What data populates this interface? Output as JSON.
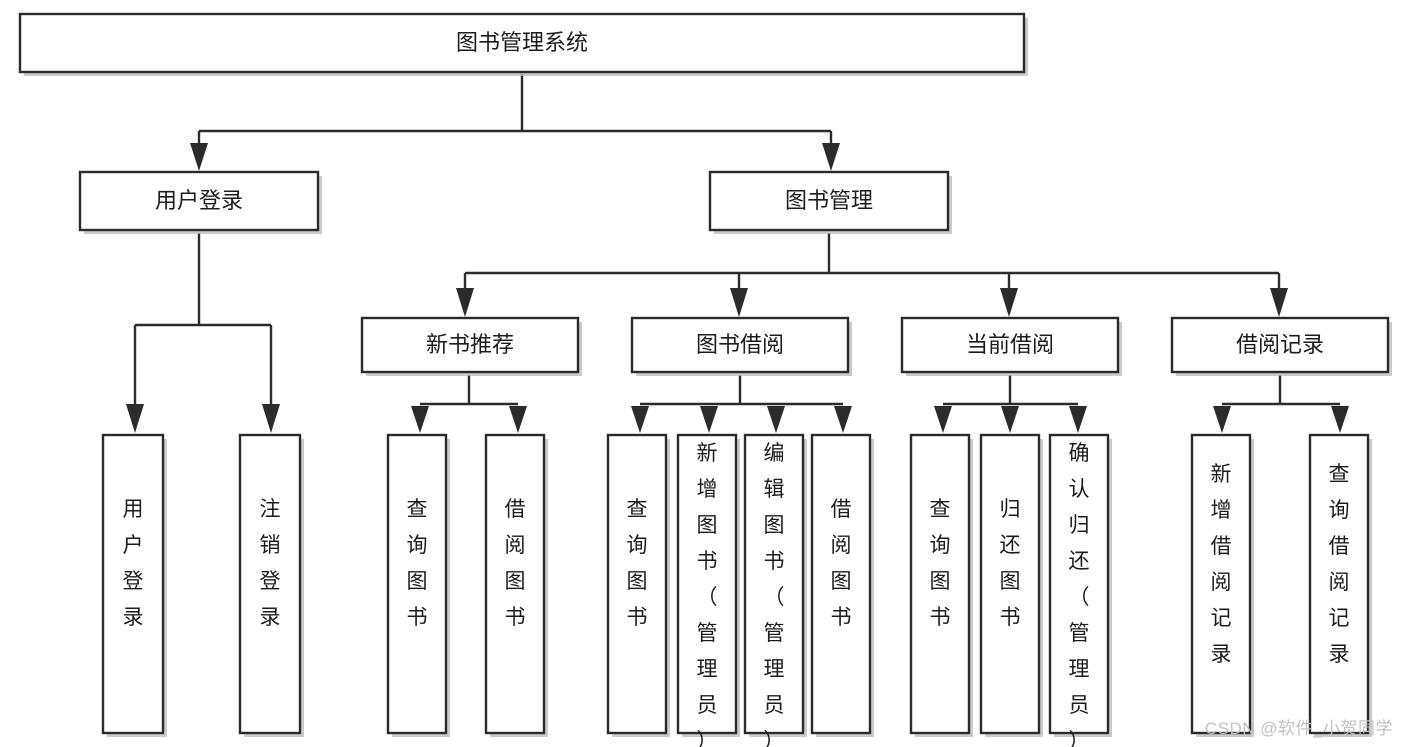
{
  "diagram": {
    "title": "图书管理系统",
    "watermark": "CSDN @软件_小贺同学",
    "accent_color": "#2b2b2b",
    "background_color": "#ffffff",
    "text_color": "#1c1c1c",
    "levels": {
      "root": {
        "label": "图书管理系统"
      },
      "level2": [
        {
          "label": "用户登录"
        },
        {
          "label": "图书管理"
        }
      ],
      "level3": [
        {
          "label": "新书推荐"
        },
        {
          "label": "图书借阅"
        },
        {
          "label": "当前借阅"
        },
        {
          "label": "借阅记录"
        }
      ],
      "leaves": {
        "user_login": [
          {
            "label": "用户登录"
          },
          {
            "label": "注销登录"
          }
        ],
        "new_book_recommend": [
          {
            "label": "查询图书"
          },
          {
            "label": "借阅图书"
          }
        ],
        "book_borrow": [
          {
            "label": "查询图书"
          },
          {
            "label": "新增图书（管理员）"
          },
          {
            "label": "编辑图书（管理员）"
          },
          {
            "label": "借阅图书"
          }
        ],
        "current_borrow": [
          {
            "label": "查询图书"
          },
          {
            "label": "归还图书"
          },
          {
            "label": "确认归还（管理员）"
          }
        ],
        "borrow_records": [
          {
            "label": "新增借阅记录"
          },
          {
            "label": "查询借阅记录"
          }
        ]
      }
    }
  }
}
